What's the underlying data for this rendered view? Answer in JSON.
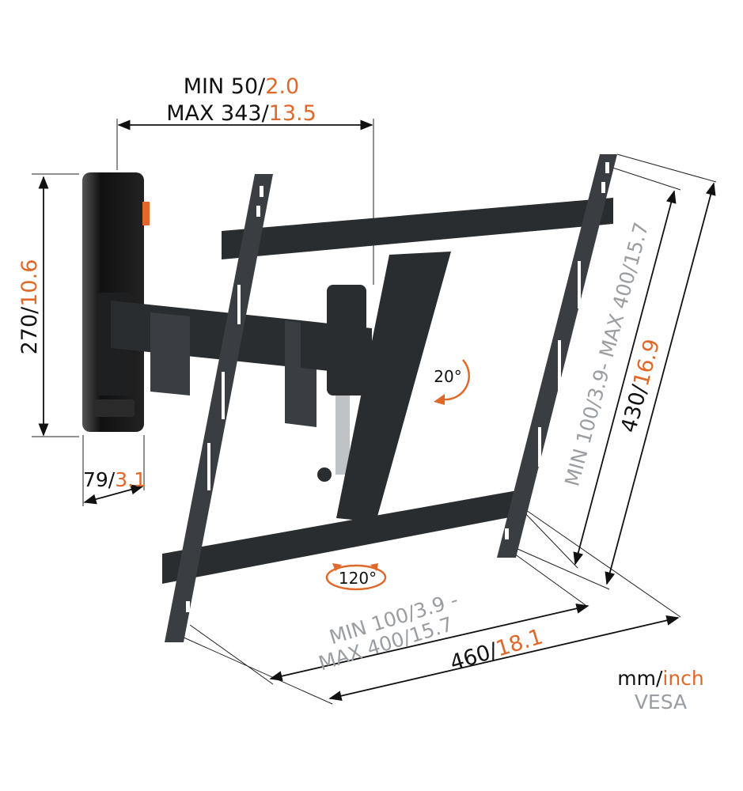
{
  "dimensions": {
    "arm_depth": {
      "line1_prefix": "MIN 50/",
      "line1_inch": "2.0",
      "line2_prefix": "MAX 343/",
      "line2_inch": "13.5"
    },
    "wall_plate_height": {
      "mm": "270/",
      "inch": "10.6"
    },
    "wall_plate_width": {
      "mm": "79/",
      "inch": "3.1"
    },
    "vesa_vertical": {
      "text": "MIN 100/3.9- MAX 400/15.7"
    },
    "frame_height": {
      "mm": "430/",
      "inch": "16.9"
    },
    "vesa_horizontal": {
      "line1": "MIN 100/3.9 -",
      "line2": "MAX 400/15.7"
    },
    "frame_width": {
      "mm": "460/",
      "inch": "18.1"
    }
  },
  "angles": {
    "tilt": "20°",
    "swivel": "120°"
  },
  "legend": {
    "unit_mm": "mm/",
    "unit_inch": "inch",
    "vesa": "VESA"
  },
  "colors": {
    "accent": "#e0692a",
    "gray": "#9a9ea2",
    "black": "#111111"
  }
}
